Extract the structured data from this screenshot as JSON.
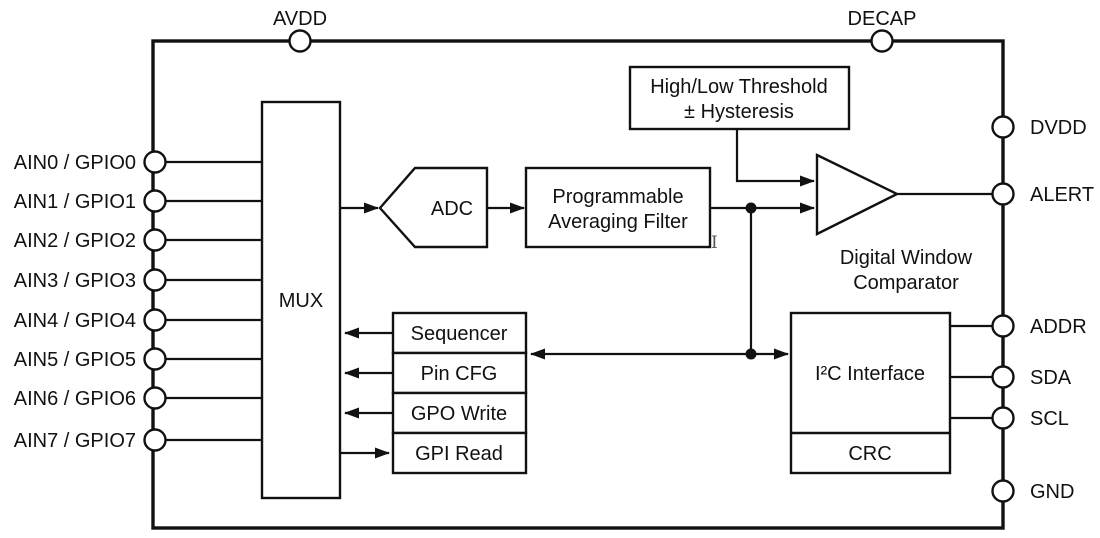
{
  "diagram_type": "ic-functional-block-diagram",
  "colors": {
    "line": "#111111",
    "background": "#ffffff",
    "block_fill": "#ffffff",
    "cursor_artifact": "#555555"
  },
  "pins": {
    "top": [
      {
        "label": "AVDD"
      },
      {
        "label": "DECAP"
      }
    ],
    "left": [
      {
        "label": "AIN0 / GPIO0"
      },
      {
        "label": "AIN1 / GPIO1"
      },
      {
        "label": "AIN2 / GPIO2"
      },
      {
        "label": "AIN3 / GPIO3"
      },
      {
        "label": "AIN4 / GPIO4"
      },
      {
        "label": "AIN5 / GPIO5"
      },
      {
        "label": "AIN6 / GPIO6"
      },
      {
        "label": "AIN7 / GPIO7"
      }
    ],
    "right": [
      {
        "label": "DVDD"
      },
      {
        "label": "ALERT"
      },
      {
        "label": "ADDR"
      },
      {
        "label": "SDA"
      },
      {
        "label": "SCL"
      },
      {
        "label": "GND"
      }
    ]
  },
  "blocks": {
    "mux": {
      "label": "MUX"
    },
    "adc": {
      "label": "ADC"
    },
    "filter": {
      "line1": "Programmable",
      "line2": "Averaging Filter"
    },
    "threshold": {
      "line1": "High/Low Threshold",
      "line2": "± Hysteresis"
    },
    "comparator": {
      "line1": "Digital Window",
      "line2": "Comparator"
    },
    "sequencer": {
      "label": "Sequencer"
    },
    "pin_cfg": {
      "label": "Pin CFG"
    },
    "gpo_write": {
      "label": "GPO Write"
    },
    "gpi_read": {
      "label": "GPI Read"
    },
    "i2c": {
      "label": "I²C Interface"
    },
    "crc": {
      "label": "CRC"
    }
  },
  "artifacts": {
    "text_cursor": "I"
  }
}
